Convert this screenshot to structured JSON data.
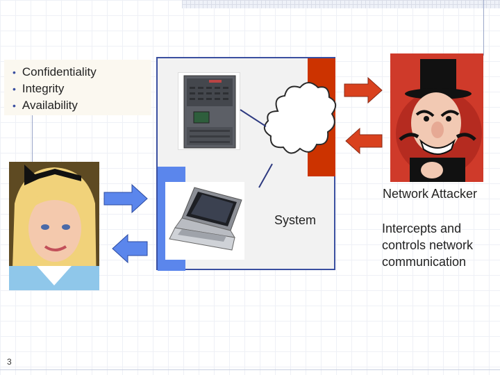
{
  "goals": [
    "Confidentiality",
    "Integrity",
    "Availability"
  ],
  "system": {
    "label": "System"
  },
  "attacker": {
    "title": "Network Attacker",
    "description": "Intercepts and controls network communication"
  },
  "slide": {
    "number": "3"
  },
  "colors": {
    "system_border": "#3a4fa0",
    "red_bar": "#cc3300",
    "blue_bar": "#5b86ec",
    "red_arrow": "#d9411e",
    "blue_arrow": "#5b86ec"
  },
  "icons": [
    "server-image",
    "laptop-image",
    "cloud-network",
    "attacker-image",
    "alice-image"
  ]
}
